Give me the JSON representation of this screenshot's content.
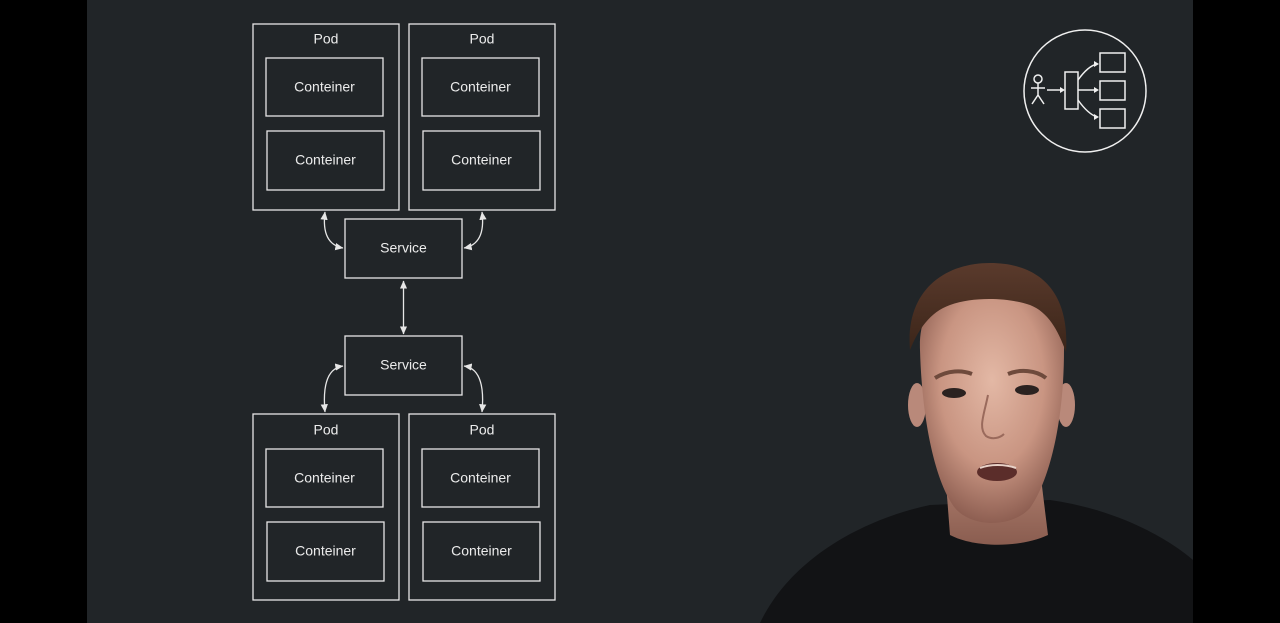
{
  "diagram": {
    "top_group": {
      "pods": [
        {
          "title": "Pod",
          "containers": [
            "Conteiner",
            "Conteiner"
          ]
        },
        {
          "title": "Pod",
          "containers": [
            "Conteiner",
            "Conteiner"
          ]
        }
      ],
      "service": "Service"
    },
    "bottom_group": {
      "pods": [
        {
          "title": "Pod",
          "containers": [
            "Conteiner",
            "Conteiner"
          ]
        },
        {
          "title": "Pod",
          "containers": [
            "Conteiner",
            "Conteiner"
          ]
        }
      ],
      "service": "Service"
    }
  },
  "logo": {
    "icon": "actor-to-services-icon"
  },
  "presenter": {
    "icon": "presenter-webcam"
  },
  "colors": {
    "background": "#212528",
    "letterbox": "#000000",
    "stroke": "#e6e6e6",
    "text": "#ececec"
  }
}
